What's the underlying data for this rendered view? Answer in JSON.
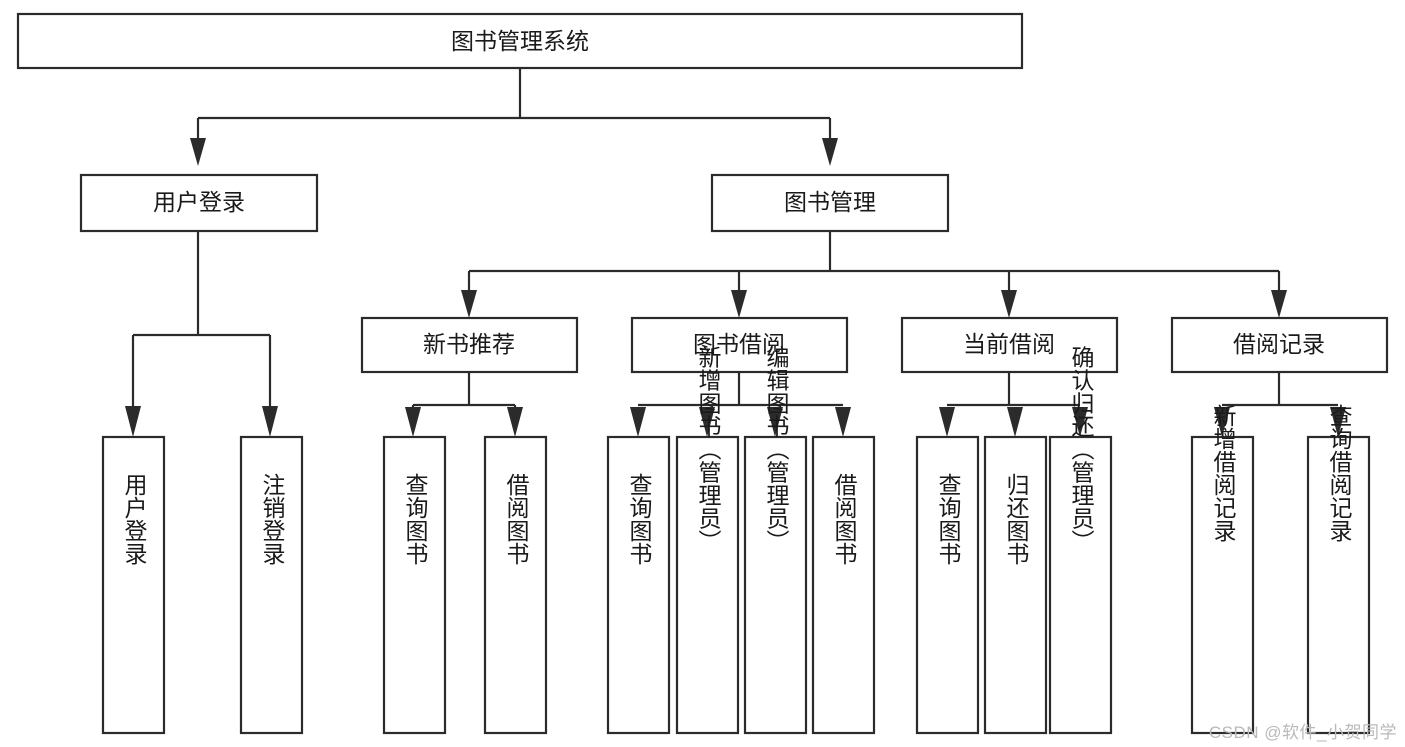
{
  "diagram": {
    "type": "hierarchy-tree",
    "title": "图书管理系统",
    "watermark": "CSDN @软件_小贺同学",
    "root": {
      "id": "root",
      "label": "图书管理系统",
      "orientation": "horizontal"
    },
    "level2": [
      {
        "id": "user-login",
        "label": "用户登录",
        "orientation": "horizontal"
      },
      {
        "id": "book-manage",
        "label": "图书管理",
        "orientation": "horizontal"
      }
    ],
    "level3": [
      {
        "id": "new-book-recommend",
        "label": "新书推荐",
        "orientation": "horizontal",
        "parent": "book-manage"
      },
      {
        "id": "book-borrow",
        "label": "图书借阅",
        "orientation": "horizontal",
        "parent": "book-manage"
      },
      {
        "id": "current-borrow",
        "label": "当前借阅",
        "orientation": "horizontal",
        "parent": "book-manage"
      },
      {
        "id": "borrow-record",
        "label": "借阅记录",
        "orientation": "horizontal",
        "parent": "book-manage"
      }
    ],
    "leaves": [
      {
        "id": "leaf-user-login",
        "label": "用户登录",
        "orientation": "vertical",
        "parent": "user-login"
      },
      {
        "id": "leaf-logout",
        "label": "注销登录",
        "orientation": "vertical",
        "parent": "user-login"
      },
      {
        "id": "leaf-query-book-1",
        "label": "查询图书",
        "orientation": "vertical",
        "parent": "new-book-recommend"
      },
      {
        "id": "leaf-borrow-book-1",
        "label": "借阅图书",
        "orientation": "vertical",
        "parent": "new-book-recommend"
      },
      {
        "id": "leaf-query-book-2",
        "label": "查询图书",
        "orientation": "vertical",
        "parent": "book-borrow"
      },
      {
        "id": "leaf-add-book",
        "label": "新增图书（管理员）",
        "orientation": "vertical",
        "parent": "book-borrow"
      },
      {
        "id": "leaf-edit-book",
        "label": "编辑图书（管理员）",
        "orientation": "vertical",
        "parent": "book-borrow"
      },
      {
        "id": "leaf-borrow-book-2",
        "label": "借阅图书",
        "orientation": "vertical",
        "parent": "book-borrow"
      },
      {
        "id": "leaf-query-book-3",
        "label": "查询图书",
        "orientation": "vertical",
        "parent": "current-borrow"
      },
      {
        "id": "leaf-return-book",
        "label": "归还图书",
        "orientation": "vertical",
        "parent": "current-borrow"
      },
      {
        "id": "leaf-confirm-return",
        "label": "确认归还（管理员）",
        "orientation": "vertical",
        "parent": "current-borrow"
      },
      {
        "id": "leaf-add-record",
        "label": "新增借阅记录",
        "orientation": "vertical",
        "parent": "borrow-record"
      },
      {
        "id": "leaf-query-record",
        "label": "查询借阅记录",
        "orientation": "vertical",
        "parent": "borrow-record"
      }
    ],
    "colors": {
      "stroke": "#2b2b2b",
      "fill": "#ffffff",
      "text": "#1a1a1a",
      "watermark": "#b9b9b9"
    }
  }
}
